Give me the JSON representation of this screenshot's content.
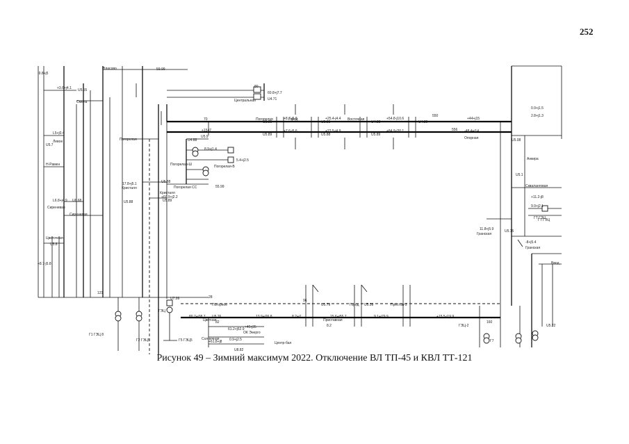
{
  "page": {
    "number": "252",
    "caption": "Рисунок 49 – Зимний максимум 2022. Отключение ВЛ ТП-45 и КВЛ ТТ-121"
  },
  "schematic": {
    "substations": {
      "vlasovo": "Власово",
      "tsentralnaya": "Центральная",
      "pogorelaya": "Погорелая",
      "gorod": "Город",
      "vostochnaya": "Восточная",
      "opornaya": "Опорная",
      "pogorelaya_2": "Погорелая",
      "pogorelaya_sh": "Погорелая-Ш",
      "pogorelaya_ss": "Погорелая СС",
      "pogorelaya_v": "Погорелая-В",
      "kristall": "Кристалл",
      "kristall_2": "Кристалл",
      "sirenevaya": "Сиреневая",
      "sirenevaya_2": "Сиреневая",
      "n_ramen": "Н-Рамен",
      "levoe": "Левое",
      "smena": "Смена",
      "tsvetochnaya": "Цветочная",
      "ankira": "Анкира",
      "skvalangrovaya": "Скваланговая",
      "gransnaya": "Гранская",
      "gransnaya_2": "Гранская",
      "gt_gtec": "ГТ ГЭЦ",
      "vvod": "Ввод",
      "pristavnaya": "Приставная",
      "prestavnaya2": "Престав-2",
      "gorod_2": "Город",
      "solnechnaya": "Солнечная",
      "pogornoe": "Погорное",
      "gtec2": "ГЭЦ-2",
      "gtec_lbl": "ГЭЦ",
      "ok_energo": "ОК Энерго",
      "tsentrbal": "Центр-бал",
      "tsvetnaya": "Цветная"
    },
    "generators": {
      "g1": "Г1 ГЭЦ 8",
      "g2": "Г2 ГЭЦ5",
      "g5": "Г5 ГЭЦ5",
      "g7": "Г7",
      "gt": "ГТ ГЭЦ"
    },
    "flows": {
      "f01": "60.8+j7.7",
      "f02": "+8.7-j5.8",
      "f03": "+25.4-j4.4",
      "f04": "+54.8-j10.6",
      "f05": "+44+j15",
      "f06": "+7.6-j5.6",
      "f07": "+22.5-j4.9",
      "f08": "+84.9-j20.1",
      "f09": "-48.4+j14",
      "f10": "+15-j7",
      "f11": "8.9+j1.4",
      "f12": "5.4+j2.5",
      "f13": "17.8+j5.1",
      "f14": "+60.9+j2.2",
      "f15": "L5+j0.4",
      "f16": "L6.8+j4.9",
      "f17": "0.9+j1.5",
      "f18": "2.8+j1.3",
      "f19": "11.8+j5.9",
      "f20": "9.9+j2.1",
      "f21": "-8+j5.4",
      "f22": "80.2+j38.7",
      "f23": "61.2+j52.9",
      "f24": "0.9+j2.5",
      "f25": "15.6+j55.7",
      "f26": "9.1+j79.9",
      "f27": "+15.5-j19.9",
      "f28": "+61.8+j8",
      "f29": "+8.7-j5.8",
      "f30": "+45-j35",
      "f31": "8.2+j1",
      "f32": "13.9+j26.8",
      "f33": "+11.2-j8",
      "f34": "+3.6+j4.1",
      "f35": "-9.8+j5"
    },
    "voltages": {
      "u01": "U5.89",
      "u02": "U4.71",
      "u03": "U5.85",
      "u04": "U5.88",
      "u05": "U4.88",
      "u06": "U4.89",
      "u07": "U5.89",
      "u08": "U5.88",
      "u09": "U5.08",
      "u10": "U5.89",
      "u11": "U5.9",
      "u12": "U5.79",
      "u13": "U5.76",
      "u14": "U5.59",
      "u15": "U5.22",
      "u16": "U5.88",
      "u17": "U5.7",
      "u18": "U5.55",
      "u19": "U7.99",
      "u20": "U4.88",
      "u21": "U5.15",
      "u22": "U5.88",
      "u23": "U6.68",
      "u24": "U5.1",
      "u25": "U8.82",
      "u26": "U5.8"
    },
    "numbers": {
      "n1": "59.99",
      "n2": "55.99",
      "n3": "121",
      "n4": "28",
      "n5": "80",
      "n6": "70",
      "n7": "550",
      "n8": "556",
      "n9": "96",
      "n10": "82",
      "n11": "160",
      "n12": "8.2"
    }
  }
}
